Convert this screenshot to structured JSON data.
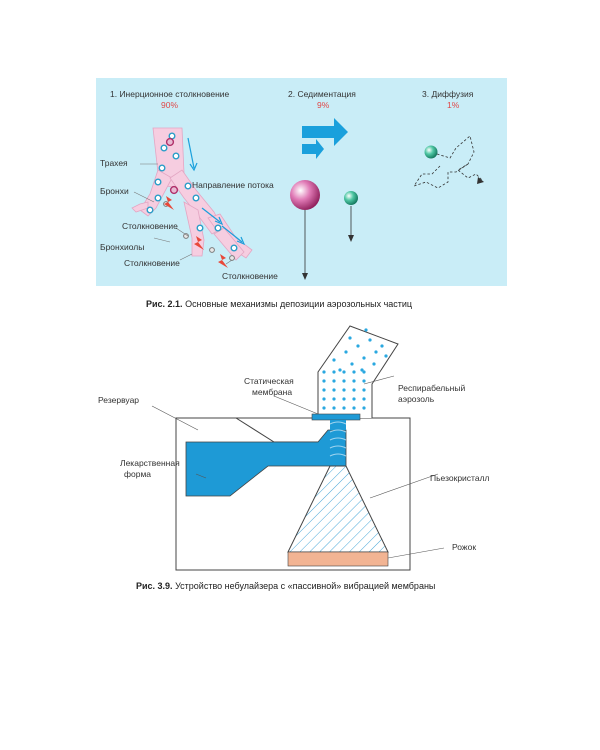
{
  "figure1": {
    "mechanisms": [
      {
        "title": "1. Инерционное столкновение",
        "percent": "90%"
      },
      {
        "title": "2. Седиментация",
        "percent": "9%"
      },
      {
        "title": "3. Диффузия",
        "percent": "1%"
      }
    ],
    "labels": {
      "trachea": "Трахея",
      "bronchi": "Бронхи",
      "flow_direction": "Направление потока",
      "collision_1": "Столкновение",
      "bronchioles": "Бронхиолы",
      "collision_2": "Столкновение",
      "collision_3": "Столкновение"
    },
    "caption_num": "Рис. 2.1.",
    "caption_text": " Основные механизмы депозиции аэрозольных частиц",
    "colors": {
      "panel": "#c9edf7",
      "airway": "#f6cde0",
      "arrow": "#1aa0dc",
      "red": "#e04848"
    }
  },
  "figure2": {
    "labels": {
      "static_membrane_1": "Статическая",
      "static_membrane_2": "мембрана",
      "respirable_1": "Респирабельный",
      "respirable_2": "аэрозоль",
      "reservoir": "Резервуар",
      "drug_form_1": "Лекарственная",
      "drug_form_2": "форма",
      "piezo": "Пьезокристалл",
      "horn": "Рожок"
    },
    "caption_num": "Рис. 3.9.",
    "caption_text": " Устройство небулайзера с «пассивной» вибрацией мембраны",
    "colors": {
      "liquid": "#1e9ad6",
      "horn": "#f2b493",
      "aerosol": "#2aa8e0"
    }
  }
}
